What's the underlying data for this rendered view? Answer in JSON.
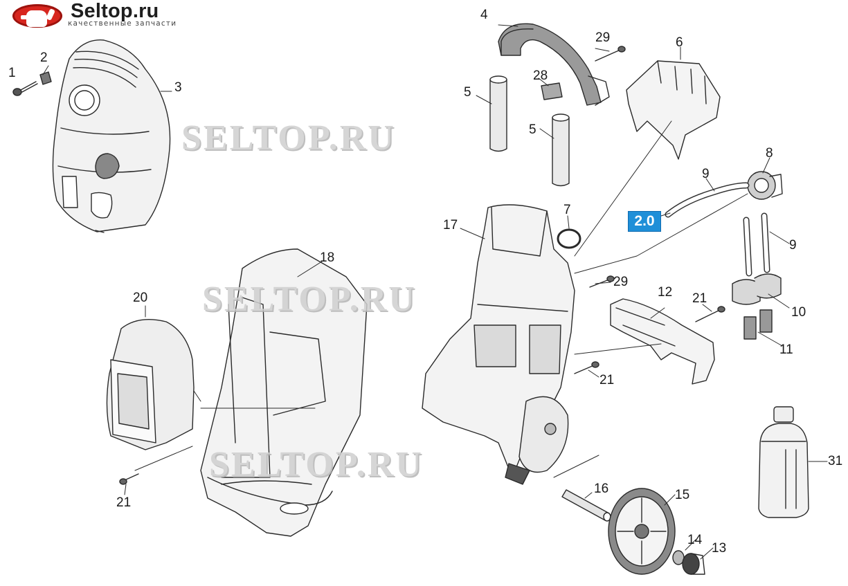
{
  "logo": {
    "title": "Seltop.ru",
    "subtitle": "качественные запчасти",
    "color": "#d7261e"
  },
  "watermark": {
    "text": "SELTOP.RU",
    "color": "#cfcfcf"
  },
  "callout": {
    "label": "2.0",
    "color": "#1f8fd8"
  },
  "labels": {
    "n1": "1",
    "n2": "2",
    "n3": "3",
    "n4": "4",
    "n5a": "5",
    "n5b": "5",
    "n6": "6",
    "n7": "7",
    "n8": "8",
    "n9a": "9",
    "n9b": "9",
    "n10": "10",
    "n11": "11",
    "n12": "12",
    "n13": "13",
    "n14": "14",
    "n15": "15",
    "n16": "16",
    "n17": "17",
    "n18": "18",
    "n20": "20",
    "n21a": "21",
    "n21b": "21",
    "n21c": "21",
    "n28": "28",
    "n29a": "29",
    "n29b": "29",
    "n31": "31"
  }
}
